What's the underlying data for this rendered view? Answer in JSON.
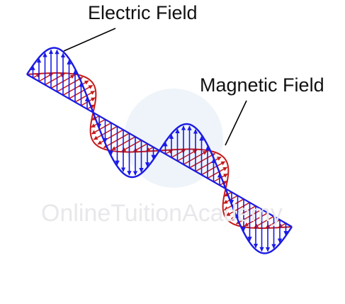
{
  "labels": {
    "electric": "Electric Field",
    "magnetic": "Magnetic Field"
  },
  "watermark": "OnlineTuitionAcademy",
  "colors": {
    "electric": "#1a1ae6",
    "magnetic": "#c41a1a",
    "pointer": "#000000",
    "watermark_bg": "#e6f0f8"
  }
}
